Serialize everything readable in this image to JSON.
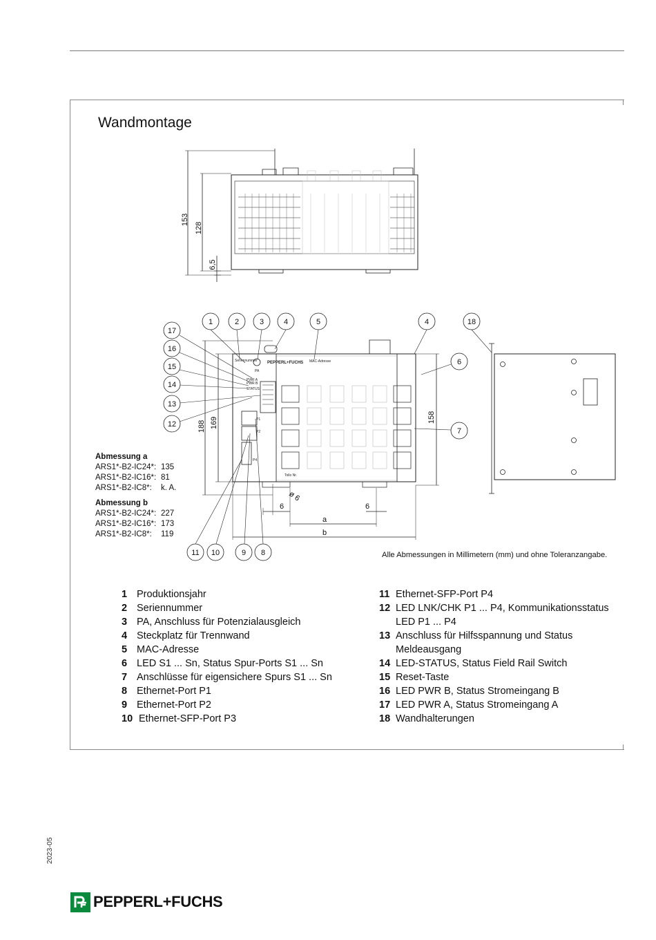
{
  "section": {
    "title": "Wandmontage"
  },
  "drawing": {
    "dims_top": {
      "d153": "153",
      "d128": "128",
      "d6_5": "6,5"
    },
    "dims_front": {
      "d188": "188",
      "d169": "169",
      "d158": "158",
      "d6a": "6",
      "d6b": "6",
      "a": "a",
      "b": "b",
      "phi": "ø 6"
    },
    "labels": {
      "serial": "Seriennummer",
      "pa": "PA",
      "mac": "MAC-Adresse",
      "brand_small": "PEPPERL+FUCHS",
      "pwra": "PWR A",
      "pwrb": "PWR B",
      "status": "STATUS",
      "p1": "P1",
      "p2": "P2",
      "p4": "P4",
      "tag": "Tollo Nr."
    },
    "callouts": [
      "1",
      "2",
      "3",
      "4",
      "5",
      "4",
      "18",
      "17",
      "16",
      "15",
      "14",
      "13",
      "12",
      "6",
      "7",
      "11",
      "10",
      "9",
      "8"
    ]
  },
  "dimensions": {
    "a": {
      "heading": "Abmessung a",
      "rows": [
        {
          "label": "ARS1*-B2-IC24*:",
          "value": "135"
        },
        {
          "label": "ARS1*-B2-IC16*:",
          "value": "81"
        },
        {
          "label": "ARS1*-B2-IC8*:",
          "value": "k. A."
        }
      ]
    },
    "b": {
      "heading": "Abmessung b",
      "rows": [
        {
          "label": "ARS1*-B2-IC24*:",
          "value": "227"
        },
        {
          "label": "ARS1*-B2-IC16*:",
          "value": "173"
        },
        {
          "label": "ARS1*-B2-IC8*:",
          "value": "119"
        }
      ]
    }
  },
  "note": "Alle Abmessungen in Millimetern (mm) und ohne Toleranzangabe.",
  "legend_left": [
    {
      "num": "1",
      "text": "Produktionsjahr"
    },
    {
      "num": "2",
      "text": "Seriennummer"
    },
    {
      "num": "3",
      "text": "PA, Anschluss für Potenzialausgleich"
    },
    {
      "num": "4",
      "text": "Steckplatz für Trennwand"
    },
    {
      "num": "5",
      "text": "MAC-Adresse"
    },
    {
      "num": "6",
      "text": "LED S1 ... Sn, Status Spur-Ports S1 ... Sn"
    },
    {
      "num": "7",
      "text": "Anschlüsse für eigensichere Spurs S1 ... Sn"
    },
    {
      "num": "8",
      "text": "Ethernet-Port P1"
    },
    {
      "num": "9",
      "text": "Ethernet-Port P2"
    },
    {
      "num": "10",
      "text": "Ethernet-SFP-Port P3"
    }
  ],
  "legend_right": [
    {
      "num": "11",
      "text": "Ethernet-SFP-Port P4"
    },
    {
      "num": "12",
      "text": "LED LNK/CHK P1 ... P4, Kommunikationsstatus",
      "cont": "LED P1 ... P4"
    },
    {
      "num": "13",
      "text": "Anschluss für Hilfsspannung und Status",
      "cont": "Meldeausgang"
    },
    {
      "num": "14",
      "text": "LED-STATUS, Status Field Rail Switch"
    },
    {
      "num": "15",
      "text": "Reset-Taste"
    },
    {
      "num": "16",
      "text": "LED PWR B, Status Stromeingang B"
    },
    {
      "num": "17",
      "text": "LED PWR A, Status Stromeingang A"
    },
    {
      "num": "18",
      "text": "Wandhalterungen"
    }
  ],
  "footer": {
    "date": "2023-05",
    "brand": "PEPPERL+FUCHS"
  },
  "colors": {
    "brand_green": "#0a8a3c"
  }
}
